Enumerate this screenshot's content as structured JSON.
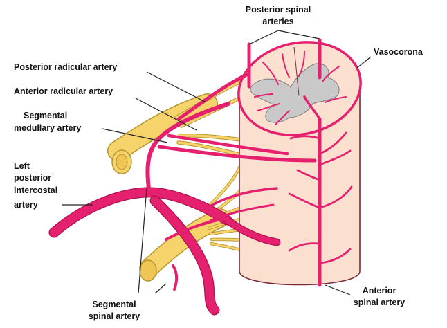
{
  "labels": {
    "posterior_spinal_arteries": [
      "Posterior spinal",
      "arteries"
    ],
    "posterior_radicular_artery": "Posterior radicular artery",
    "anterior_radicular_artery": "Anterior radicular artery",
    "segmental_medullary_artery": [
      "Segmental",
      "medullary artery"
    ],
    "left_posterior_intercostal_artery": [
      "Left",
      "posterior",
      "intercostal",
      "artery"
    ],
    "vasocorona": "Vasocorona",
    "segmental_spinal_artery": [
      "Segmental",
      "spinal artery"
    ],
    "anterior_spinal_artery": [
      "Anterior",
      "spinal artery"
    ]
  },
  "colors": {
    "artery": "#e5206e",
    "artery_outline": "#b0104f",
    "cord": "#fbe0d0",
    "cord_outline": "#7a2a3a",
    "grey_matter": "#c9c9c9",
    "nerve_root": "#f7d36b",
    "nerve_outline": "#b5952c",
    "leader_line": "#222222"
  }
}
